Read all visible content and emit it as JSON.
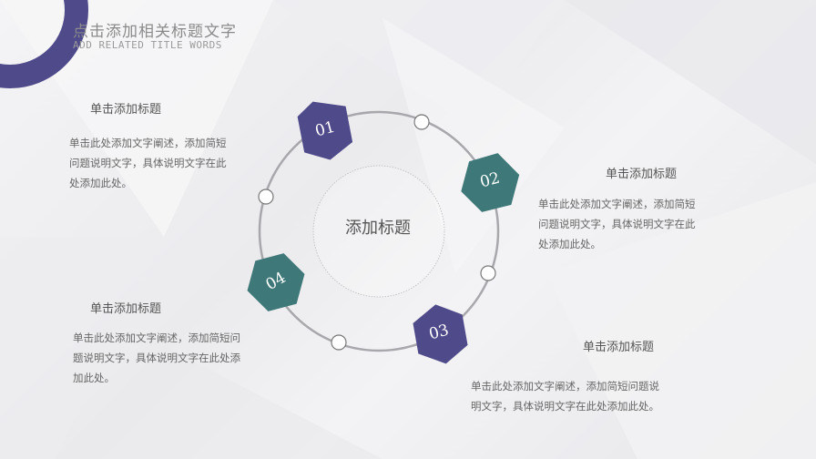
{
  "header": {
    "title_cn": "点击添加相关标题文字",
    "title_en": "ADD RELATED TITLE WORDS"
  },
  "center": {
    "label": "添加标题"
  },
  "colors": {
    "purple": "#4f4a8a",
    "teal": "#3e7878",
    "ring": "#a8a8ac"
  },
  "steps": [
    {
      "number": "01",
      "title": "单击添加标题",
      "body": [
        "单击此处添加文字阐述，添加简短",
        "问题说明文字，具体说明文字在此",
        "处添加此处。"
      ]
    },
    {
      "number": "02",
      "title": "单击添加标题",
      "body": [
        "单击此处添加文字阐述，添加简短",
        "问题说明文字，具体说明文字在此",
        "处添加此处。"
      ]
    },
    {
      "number": "03",
      "title": "单击添加标题",
      "body": [
        "单击此处添加文字阐述，添加简短问题说",
        "明文字，具体说明文字在此处添加此处。"
      ]
    },
    {
      "number": "04",
      "title": "单击添加标题",
      "body": [
        "单击此处添加文字阐述，添加简短问",
        "题说明文字，具体说明文字在此处添",
        "加此处。"
      ]
    }
  ]
}
